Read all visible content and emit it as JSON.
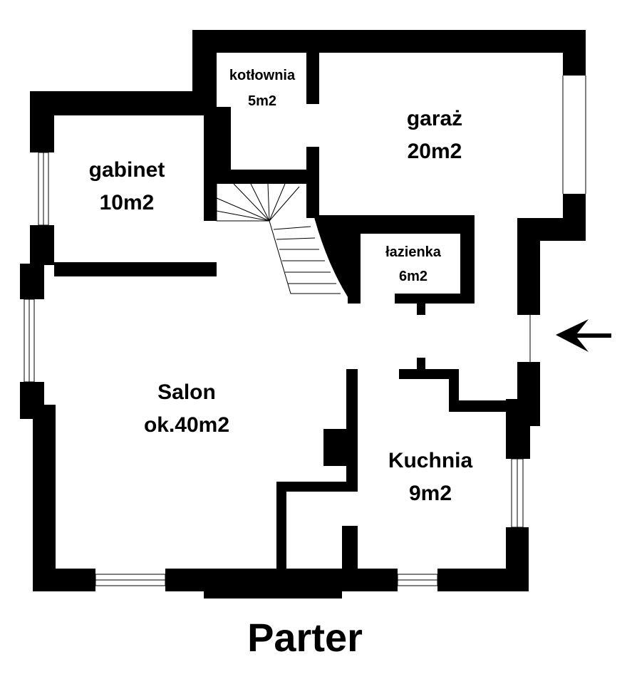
{
  "floor_title": "Parter",
  "rooms": {
    "kotlownia": {
      "name": "kotłownia",
      "area": "5m2"
    },
    "garaz": {
      "name": "garaż",
      "area": "20m2"
    },
    "gabinet": {
      "name": "gabinet",
      "area": "10m2"
    },
    "lazienka": {
      "name": "łazienka",
      "area": "6m2"
    },
    "salon": {
      "name": "Salon",
      "area": "ok.40m2"
    },
    "kuchnia": {
      "name": "Kuchnia",
      "area": "9m2"
    }
  }
}
